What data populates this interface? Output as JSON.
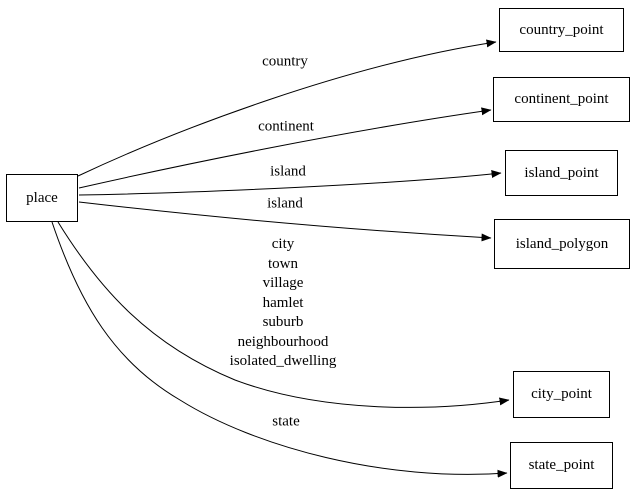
{
  "diagram": {
    "nodes": {
      "place": "place",
      "country_point": "country_point",
      "continent_point": "continent_point",
      "island_point": "island_point",
      "island_polygon": "island_polygon",
      "city_point": "city_point",
      "state_point": "state_point"
    },
    "edge_labels": {
      "country": "country",
      "continent": "continent",
      "island_to_point": "island",
      "island_to_polygon": "island",
      "city_group": [
        "city",
        "town",
        "village",
        "hamlet",
        "suburb",
        "neighbourhood",
        "isolated_dwelling"
      ],
      "state": "state"
    },
    "colors": {
      "line": "#000000",
      "background": "#ffffff",
      "text": "#000000"
    }
  }
}
